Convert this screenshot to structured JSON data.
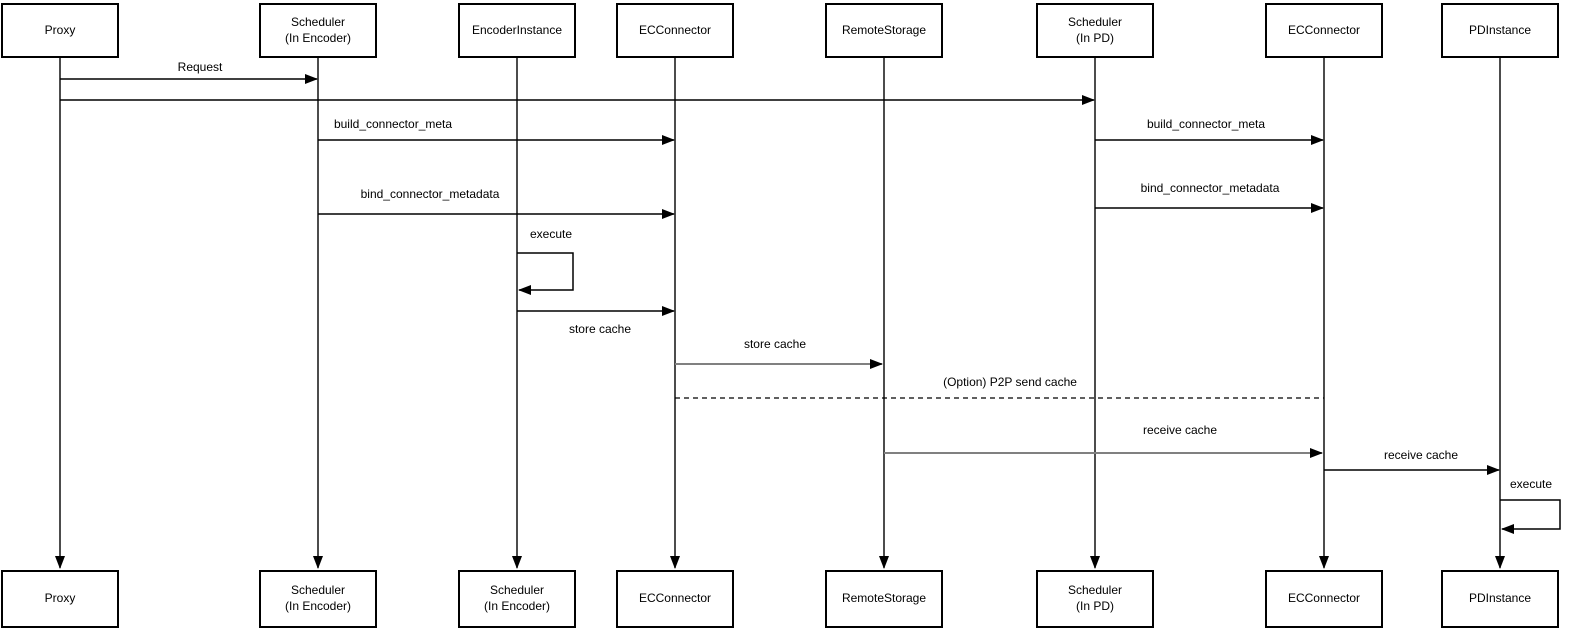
{
  "colors": {
    "background": "#ffffff",
    "line": "#000000",
    "gray_arrow": "#808080",
    "box_fill": "#ffffff",
    "text": "#000000"
  },
  "actors": {
    "top": [
      {
        "label": "Proxy"
      },
      {
        "label": "Scheduler\n(In Encoder)"
      },
      {
        "label": "EncoderInstance"
      },
      {
        "label": "ECConnector"
      },
      {
        "label": "RemoteStorage"
      },
      {
        "label": "Scheduler\n(In PD)"
      },
      {
        "label": "ECConnector"
      },
      {
        "label": "PDInstance"
      }
    ],
    "bottom": [
      {
        "label": "Proxy"
      },
      {
        "label": "Scheduler\n(In Encoder)"
      },
      {
        "label": "Scheduler\n(In Encoder)"
      },
      {
        "label": "ECConnector"
      },
      {
        "label": "RemoteStorage"
      },
      {
        "label": "Scheduler\n(In PD)"
      },
      {
        "label": "ECConnector"
      },
      {
        "label": "PDInstance"
      }
    ]
  },
  "messages": [
    {
      "label": "Request",
      "from": "Proxy",
      "to": "Scheduler (In Encoder)",
      "style": "solid",
      "color": "black"
    },
    {
      "label": "",
      "from": "Proxy",
      "to": "Scheduler (In PD)",
      "style": "solid",
      "color": "black"
    },
    {
      "label": "build_connector_meta",
      "from": "Scheduler (In Encoder)",
      "to": "ECConnector (encoder side)",
      "style": "solid",
      "color": "black"
    },
    {
      "label": "build_connector_meta",
      "from": "Scheduler (In PD)",
      "to": "ECConnector (PD side)",
      "style": "solid",
      "color": "black"
    },
    {
      "label": "bind_connector_metadata",
      "from": "Scheduler (In Encoder)",
      "to": "ECConnector (encoder side)",
      "style": "solid",
      "color": "black"
    },
    {
      "label": "bind_connector_metadata",
      "from": "Scheduler (In PD)",
      "to": "ECConnector (PD side)",
      "style": "solid",
      "color": "black"
    },
    {
      "label": "execute",
      "from": "EncoderInstance",
      "to": "EncoderInstance",
      "style": "self-loop",
      "color": "black"
    },
    {
      "label": "store cache",
      "from": "EncoderInstance",
      "to": "ECConnector (encoder side)",
      "style": "solid",
      "color": "black"
    },
    {
      "label": "store cache",
      "from": "ECConnector (encoder side)",
      "to": "RemoteStorage",
      "style": "solid",
      "color": "gray"
    },
    {
      "label": "(Option) P2P send cache",
      "from": "ECConnector (encoder side)",
      "to": "ECConnector (PD side)",
      "style": "dashed",
      "color": "black"
    },
    {
      "label": "receive cache",
      "from": "RemoteStorage",
      "to": "ECConnector (PD side)",
      "style": "solid",
      "color": "gray"
    },
    {
      "label": "receive cache",
      "from": "ECConnector (PD side)",
      "to": "PDInstance",
      "style": "solid",
      "color": "black"
    },
    {
      "label": "execute",
      "from": "PDInstance",
      "to": "PDInstance",
      "style": "self-loop",
      "color": "black"
    }
  ]
}
